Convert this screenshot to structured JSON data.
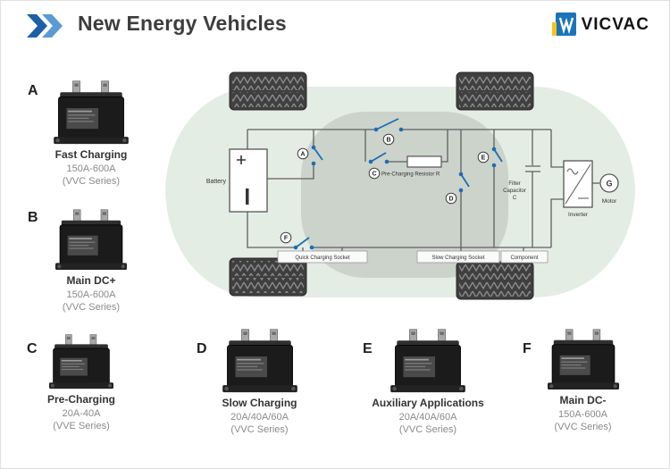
{
  "header": {
    "title": "New Energy Vehicles",
    "brand": "VICVAC"
  },
  "diagram": {
    "battery": "Battery",
    "pre_charging_resistor": "Pre-Charging Resistor R",
    "filter_line1": "Filter",
    "filter_line2": "Capacitor",
    "filter_line3": "C",
    "inverter": "Inverter",
    "motor": "Motor",
    "motor_symbol": "G",
    "quick_charging_socket": "Quick Charging Socket",
    "slow_charging_socket": "Slow Charging Socket",
    "component": "Component",
    "switches": {
      "a": "A",
      "b": "B",
      "c": "C",
      "d": "D",
      "e": "E",
      "f": "F"
    }
  },
  "products": [
    {
      "letter": "A",
      "name": "Fast Charging",
      "rating": "150A-600A",
      "series": "(VVC Series)"
    },
    {
      "letter": "B",
      "name": "Main DC+",
      "rating": "150A-600A",
      "series": "(VVC Series)"
    },
    {
      "letter": "C",
      "name": "Pre-Charging",
      "rating": "20A-40A",
      "series": "(VVE Series)"
    },
    {
      "letter": "D",
      "name": "Slow Charging",
      "rating": "20A/40A/60A",
      "series": "(VVC Series)"
    },
    {
      "letter": "E",
      "name": "Auxiliary Applications",
      "rating": "20A/40A/60A",
      "series": "(VVC Series)"
    },
    {
      "letter": "F",
      "name": "Main DC-",
      "rating": "150A-600A",
      "series": "(VVC Series)"
    }
  ],
  "colors": {
    "accent_blue": "#1f6cb4",
    "car_body": "#e4ede4",
    "cabin_gray": "#c7cec7",
    "brand_blue": "#1b74ba",
    "brand_yellow": "#f5c51c",
    "wire_gray": "#606060"
  }
}
